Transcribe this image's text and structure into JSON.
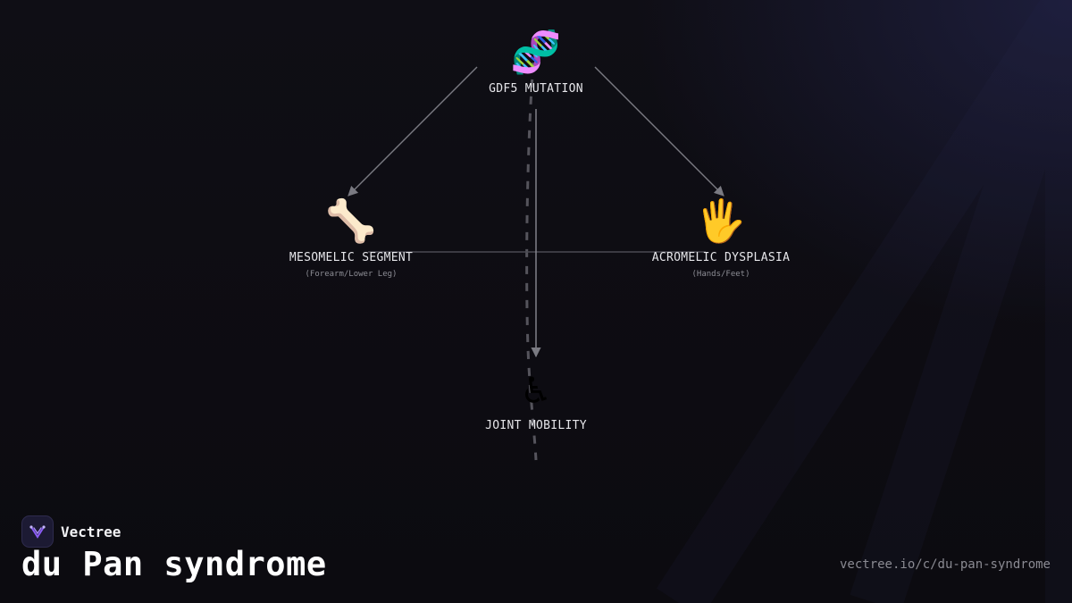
{
  "brand": {
    "name": "Vectree",
    "logo_icon": "vectree-logo-icon",
    "accent": "#8b5cf6"
  },
  "page": {
    "title": "du Pan syndrome",
    "url": "vectree.io/c/du-pan-syndrome"
  },
  "diagram": {
    "nodes": {
      "gdf5": {
        "emoji": "🧬",
        "icon": "dna-icon",
        "label": "GDF5 MUTATION"
      },
      "mesomelic": {
        "emoji": "🦴",
        "icon": "bone-icon",
        "label": "MESOMELIC SEGMENT",
        "sub": "(Forearm/Lower Leg)"
      },
      "acromelic": {
        "emoji": "🖐️",
        "icon": "hand-icon",
        "label": "ACROMELIC DYSPLASIA",
        "sub": "(Hands/Feet)"
      },
      "joint": {
        "emoji": "♿",
        "icon": "wheelchair-icon",
        "label": "JOINT MOBILITY"
      }
    },
    "edges": [
      {
        "from": "GDF5 MUTATION",
        "to": "MESOMELIC SEGMENT"
      },
      {
        "from": "GDF5 MUTATION",
        "to": "ACROMELIC DYSPLASIA"
      },
      {
        "from": "GDF5 MUTATION",
        "to": "JOINT MOBILITY"
      },
      {
        "from": "MESOMELIC SEGMENT",
        "to": "ACROMELIC DYSPLASIA"
      }
    ],
    "colors": {
      "edge": "#7a7a82",
      "dashed_axis": "#55545c",
      "label": "#e6e6ea",
      "sublabel": "#8d8d95"
    }
  }
}
